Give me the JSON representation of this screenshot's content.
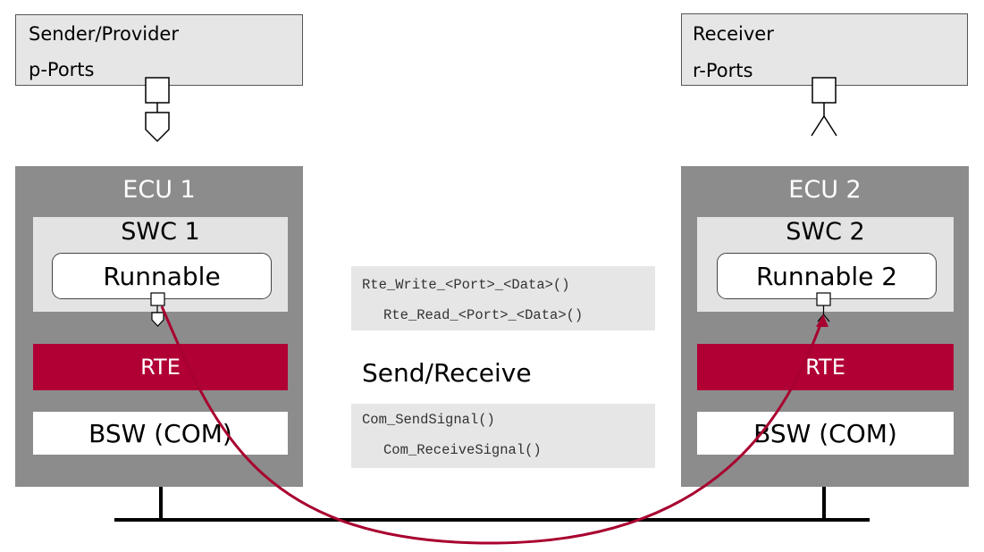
{
  "sender": {
    "title": "Sender/Provider",
    "ports": "p-Ports"
  },
  "receiver": {
    "title": "Receiver",
    "ports": "r-Ports"
  },
  "ecu1": {
    "title": "ECU 1",
    "swc": "SWC 1",
    "runnable": "Runnable",
    "rte": "RTE",
    "bsw": "BSW (COM)"
  },
  "ecu2": {
    "title": "ECU 2",
    "swc": "SWC 2",
    "runnable": "Runnable 2",
    "rte": "RTE",
    "bsw": "BSW (COM)"
  },
  "rte_api": {
    "write": "Rte_Write_<Port>_<Data>()",
    "read": "Rte_Read_<Port>_<Data>()"
  },
  "middle_title": "Send/Receive",
  "com_api": {
    "send": "Com_SendSignal()",
    "receive": "Com_ReceiveSignal()"
  },
  "colors": {
    "ecu_bg": "#8c8c8c",
    "rte": "#b10034",
    "arc": "#a8002f",
    "code_bg": "#e6e6e6"
  }
}
